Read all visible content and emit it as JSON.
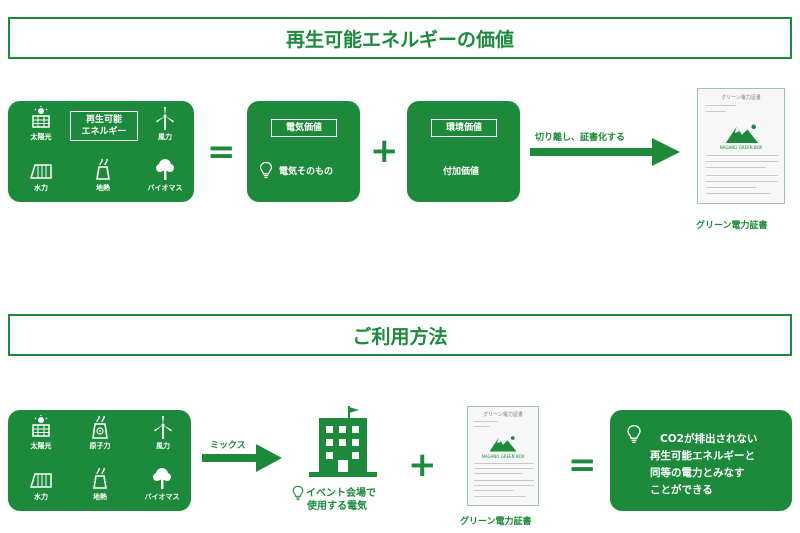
{
  "section1": {
    "title": "再生可能エネルギーの価値",
    "sources_panel": {
      "center_label_line1": "再生可能",
      "center_label_line2": "エネルギー",
      "sources": [
        "太陽光",
        "風力",
        "水力",
        "地熱",
        "バイオマス"
      ]
    },
    "equals": "=",
    "plus": "+",
    "electric_value": {
      "chip": "電気価値",
      "text": "電気そのもの"
    },
    "env_value": {
      "chip": "環境価値",
      "text": "付加価値"
    },
    "arrow_label": "切り離し、証書化する",
    "certificate": {
      "doc_title": "グリーン電力証書",
      "caption": "グリーン電力証書",
      "logo_text_line1": "NAGANO",
      "logo_text_line2": "GREEN BOX"
    }
  },
  "section2": {
    "title": "ご利用方法",
    "sources": [
      "太陽光",
      "原子力",
      "風力",
      "水力",
      "地熱",
      "バイオマス"
    ],
    "arrow_label": "ミックス",
    "building_caption_line1": "イベント会場で",
    "building_caption_line2": "使用する電気",
    "plus": "+",
    "equals": "=",
    "certificate": {
      "doc_title": "グリーン電力証書",
      "caption": "グリーン電力証書",
      "logo_text_line1": "NAGANO",
      "logo_text_line2": "GREEN BOX"
    },
    "result": {
      "line1": "CO2が排出されない",
      "line2": "再生可能エネルギーと",
      "line3": "同等の電力とみなす",
      "line4": "ことができる"
    }
  },
  "icons": [
    "solar-panel-icon",
    "wind-turbine-icon",
    "hydro-dam-icon",
    "geothermal-plant-icon",
    "biomass-tree-icon",
    "nuclear-plant-icon",
    "lightbulb-icon",
    "building-icon",
    "logo-mountain-icon"
  ],
  "colors": {
    "brand_green": "#1c8a3a",
    "certificate_border": "#9bc79f"
  }
}
